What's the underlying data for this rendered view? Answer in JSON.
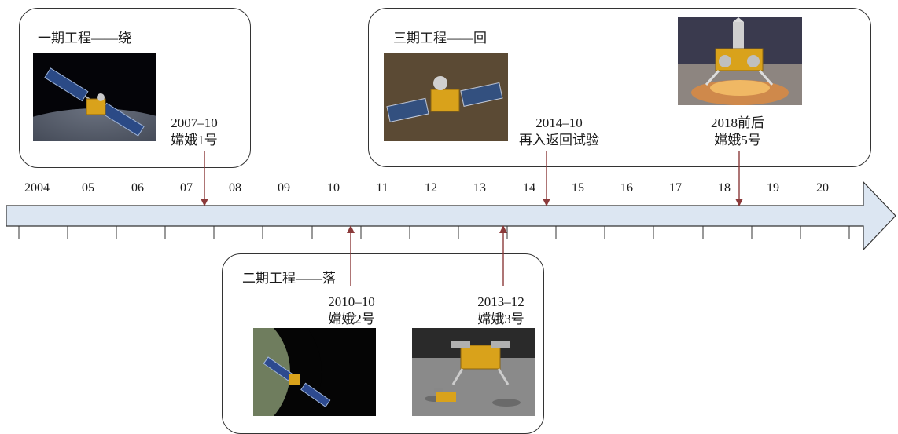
{
  "phases": [
    {
      "title": "一期工程——绕"
    },
    {
      "title": "二期工程——落"
    },
    {
      "title": "三期工程——回"
    }
  ],
  "events": [
    {
      "date": "2007–10",
      "name": "嫦娥1号"
    },
    {
      "date": "2010–10",
      "name": "嫦娥2号"
    },
    {
      "date": "2013–12",
      "name": "嫦娥3号"
    },
    {
      "date": "2014–10",
      "name": "再入返回试验"
    },
    {
      "date": "2018前后",
      "name": "嫦娥5号"
    }
  ],
  "timeline": {
    "years": [
      "2004",
      "05",
      "06",
      "07",
      "08",
      "09",
      "10",
      "11",
      "12",
      "13",
      "14",
      "15",
      "16",
      "17",
      "18",
      "19",
      "20"
    ]
  },
  "colors": {
    "arrow_fill": "#dce6f2",
    "marker": "#8b3a3a",
    "box_border": "#333333"
  }
}
